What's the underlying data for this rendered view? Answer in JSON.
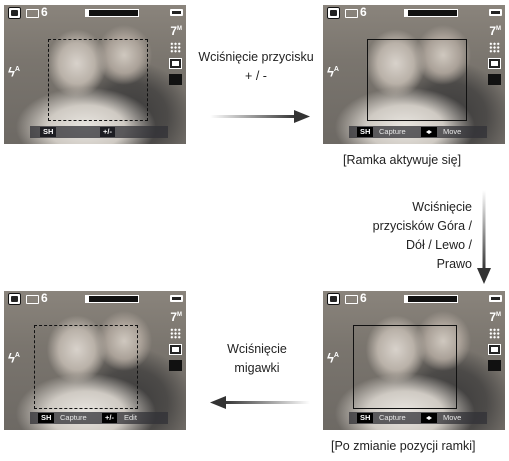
{
  "screen": {
    "shots_remaining": "6",
    "image_size": "7",
    "image_size_unit": "M",
    "flash_mode": "A",
    "bottom_button_1": "SH",
    "bottom_button_2": "+/-",
    "label_capture": "Capture",
    "label_move": "Move",
    "label_edit": "Edit"
  },
  "steps": {
    "step1_text": "Wciśnięcie przycisku + / -",
    "step2_text": "Wciśnięcie przycisków Góra / Dół / Lewo / Prawo",
    "step3_text": "Wciśnięcie migawki"
  },
  "captions": {
    "frame_active": "[Ramka aktywuje się]",
    "after_move": "[Po zmianie pozycji ramki]"
  },
  "icons": [
    "camera-mode-icon",
    "memory-card-icon",
    "battery-icon",
    "quality-icon",
    "metering-icon",
    "white-balance-icon",
    "flash-icon",
    "move-icon",
    "arrow-right-icon",
    "arrow-down-icon",
    "arrow-left-icon"
  ]
}
